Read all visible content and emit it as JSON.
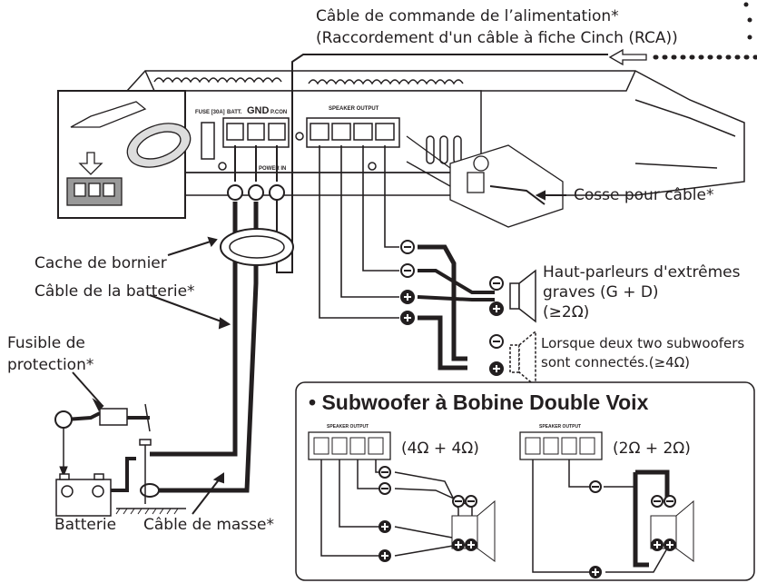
{
  "labels": {
    "power_control_line1": "Câble de commande de l’alimentation*",
    "power_control_line2": "(Raccordement d'un câble à fiche Cinch (RCA))",
    "cosse": "Cosse pour câble*",
    "cache_bornier": "Cache de bornier",
    "cable_batterie": "Câble de la batterie*",
    "fusible_line1": "Fusible de",
    "fusible_line2": "protection*",
    "batterie": "Batterie",
    "cable_masse": "Câble de masse*",
    "hp_line1": "Haut-parleurs d'extrêmes",
    "hp_line2": "graves (G + D)",
    "hp_line3": "(≥2Ω)",
    "two_sub_line1": "Lorsque deux two subwoofers",
    "two_sub_line2": "sont connectés.(≥4Ω)"
  },
  "amp": {
    "fuse": "FUSE [30A]",
    "batt": "BATT.",
    "gnd": "GND",
    "pcon": "P.CON",
    "power_in": "POWER IN",
    "speaker_output": "SPEAKER OUTPUT"
  },
  "panel": {
    "title": "• Subwoofer à Bobine Double Voix",
    "left_label": "(4Ω + 4Ω)",
    "right_label": "(2Ω + 2Ω)",
    "speaker_output": "SPEAKER OUTPUT"
  }
}
